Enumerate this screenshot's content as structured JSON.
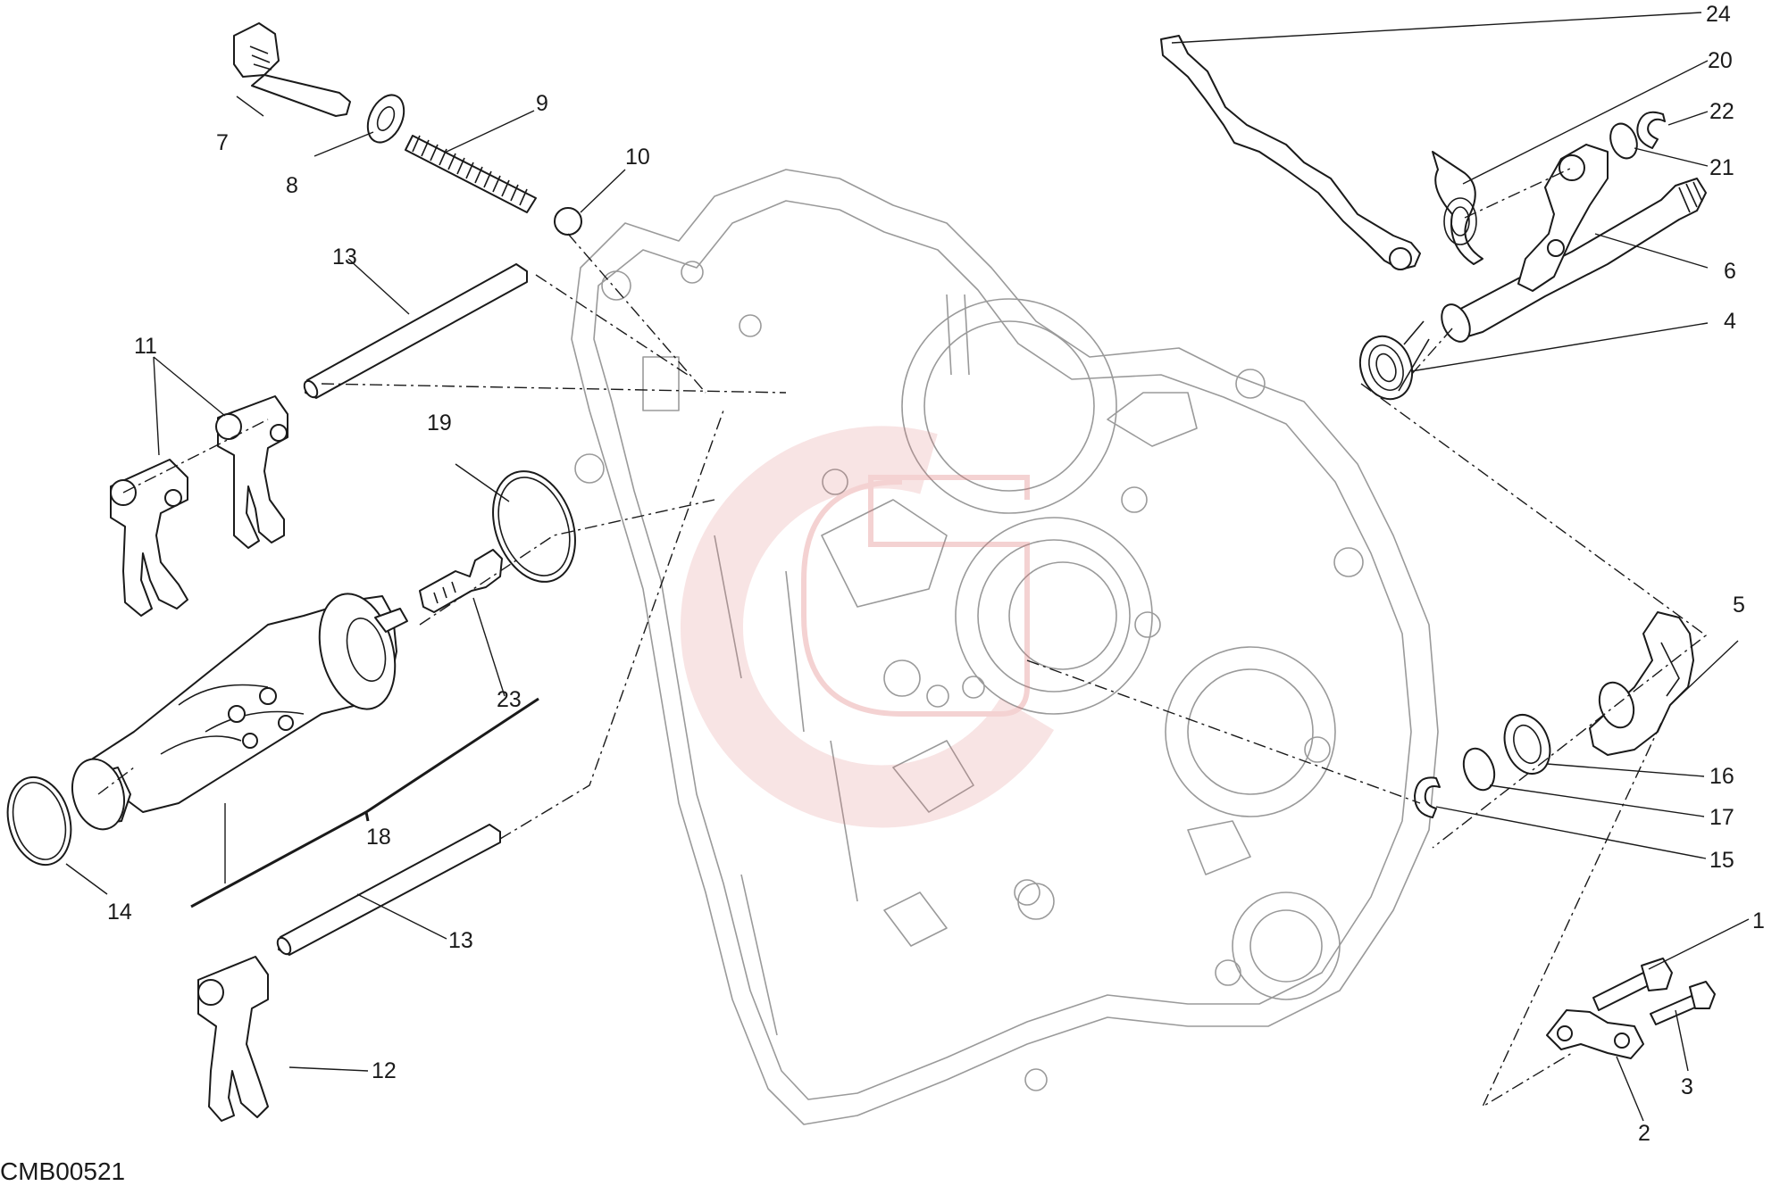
{
  "diagram_code": "CMB00521",
  "callouts": {
    "c1": "1",
    "c2": "2",
    "c3": "3",
    "c4": "4",
    "c5": "5",
    "c6": "6",
    "c7": "7",
    "c8": "8",
    "c9": "9",
    "c10": "10",
    "c11": "11",
    "c12": "12",
    "c13a": "13",
    "c13b": "13",
    "c14": "14",
    "c15": "15",
    "c16": "16",
    "c17": "17",
    "c18": "18",
    "c19": "19",
    "c20": "20",
    "c21": "21",
    "c22": "22",
    "c23": "23",
    "c24": "24"
  },
  "colors": {
    "line": "#1a1a1a",
    "casing": "#9a9a9a",
    "watermark": "#e08080"
  },
  "icons": {
    "watermark": "brand-logo-watermark"
  }
}
